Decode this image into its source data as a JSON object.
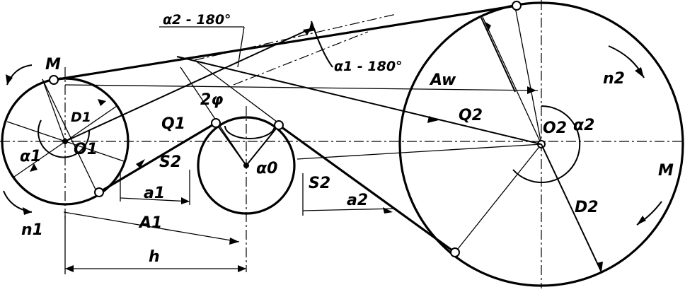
{
  "labels": {
    "M_left": "M",
    "M_right": "M",
    "alpha2_minus_180": "α2 - 180°",
    "alpha1_minus_180": "α1 - 180°",
    "Aw": "Aw",
    "n2": "n2",
    "n1": "n1",
    "two_phi": "2φ",
    "D1": "D1",
    "O1": "O1",
    "O2": "O2",
    "alpha1": "α1",
    "alpha2": "α2",
    "alpha0": "α0",
    "Q1": "Q1",
    "Q2": "Q2",
    "S2_left": "S2",
    "S2_right": "S2",
    "a1": "a1",
    "a2": "a2",
    "A1": "A1",
    "h": "h",
    "D2": "D2"
  }
}
